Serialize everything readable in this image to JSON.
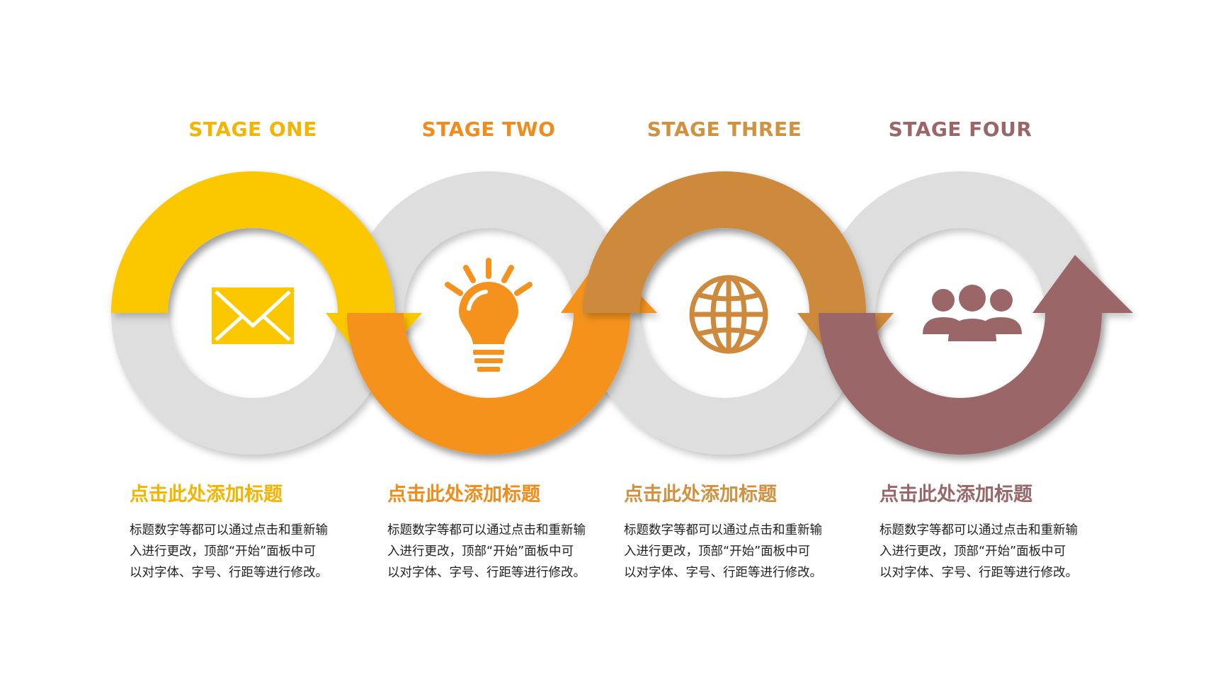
{
  "colors": {
    "track_gray": "#dedede",
    "stage_one": "#fbc800",
    "stage_two": "#f5921e",
    "stage_three": "#cd8a3c",
    "stage_four": "#9a6668",
    "heading_one": "#f5b400",
    "heading_two": "#f08c1b",
    "heading_three": "#d2913f",
    "heading_four": "#9a6668",
    "body_text": "#222222"
  },
  "stages": [
    {
      "label": "STAGE ONE",
      "icon": "envelope-icon",
      "heading": "点击此处添加标题",
      "lines": [
        "标题数字等都可以通过点击和重新输",
        "入进行更改，顶部“开始”面板中可",
        "以对字体、字号、行距等进行修改。"
      ]
    },
    {
      "label": "STAGE TWO",
      "icon": "lightbulb-icon",
      "heading": "点击此处添加标题",
      "lines": [
        "标题数字等都可以通过点击和重新输",
        "入进行更改，顶部“开始”面板中可",
        "以对字体、字号、行距等进行修改。"
      ]
    },
    {
      "label": "STAGE THREE",
      "icon": "globe-icon",
      "heading": "点击此处添加标题",
      "lines": [
        "标题数字等都可以通过点击和重新输",
        "入进行更改，顶部“开始”面板中可",
        "以对字体、字号、行距等进行修改。"
      ]
    },
    {
      "label": "STAGE FOUR",
      "icon": "users-icon",
      "heading": "点击此处添加标题",
      "lines": [
        "标题数字等都可以通过点击和重新输",
        "入进行更改，顶部“开始”面板中可",
        "以对字体、字号、行距等进行修改。"
      ]
    }
  ]
}
